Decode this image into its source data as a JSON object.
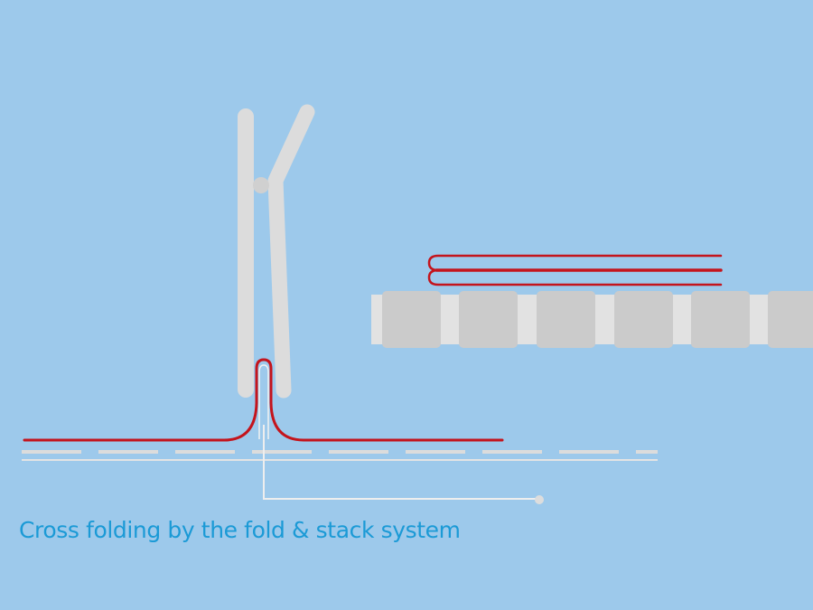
{
  "caption": "Cross folding by the fold & stack system",
  "colors": {
    "background": "#9dc9eb",
    "fold_plate": "#dcdcdc",
    "roller": "#cbcbcb",
    "roller_gap": "#e2e2e2",
    "paper": "#c4141c",
    "paper_highlight": "#ffffff",
    "caption": "#1b9ad6"
  },
  "components": {
    "fold_plates": "fold-plates",
    "stacker": "stack-conveyor-rollers",
    "web": "paper-web",
    "leader": "callout-line"
  }
}
